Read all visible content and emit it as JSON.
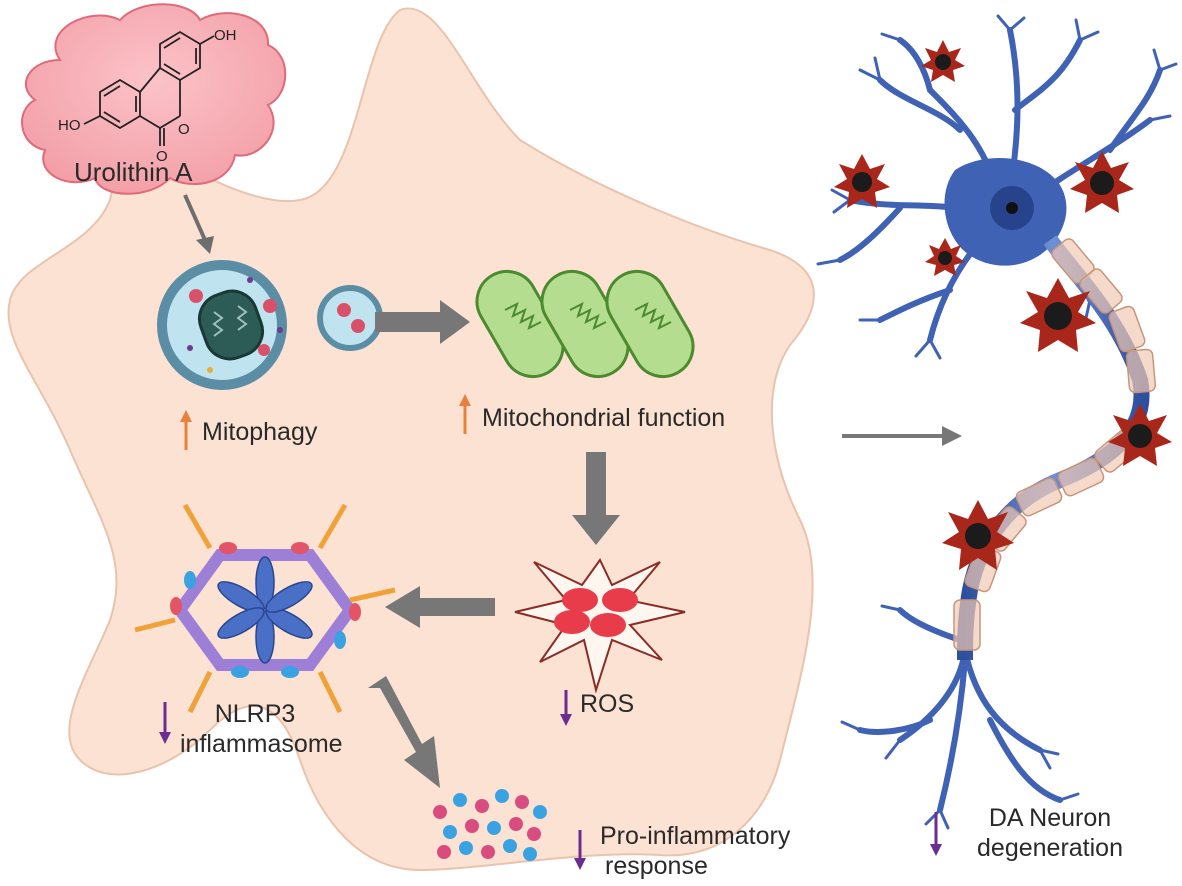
{
  "compound": {
    "name": "Urolithin A",
    "groups": [
      "HO",
      "OH",
      "O"
    ]
  },
  "labels": {
    "mitophagy": "Mitophagy",
    "mito_function": "Mitochondrial function",
    "ros": "ROS",
    "nlrp3_line1": "NLRP3",
    "nlrp3_line2": "inflammasome",
    "proinflam_line1": "Pro-inflammatory",
    "proinflam_line2": "response",
    "da_line1": "DA Neuron",
    "da_line2": "degeneration"
  },
  "colors": {
    "cell": "#fbe2d2",
    "cloud": "#f7a9b0",
    "up_arrow": "#e8823a",
    "down_arrow": "#6b2d8f",
    "flow_arrow": "#7a7a7a",
    "neuron": "#3f62b4",
    "plaque": "#a8261a"
  }
}
